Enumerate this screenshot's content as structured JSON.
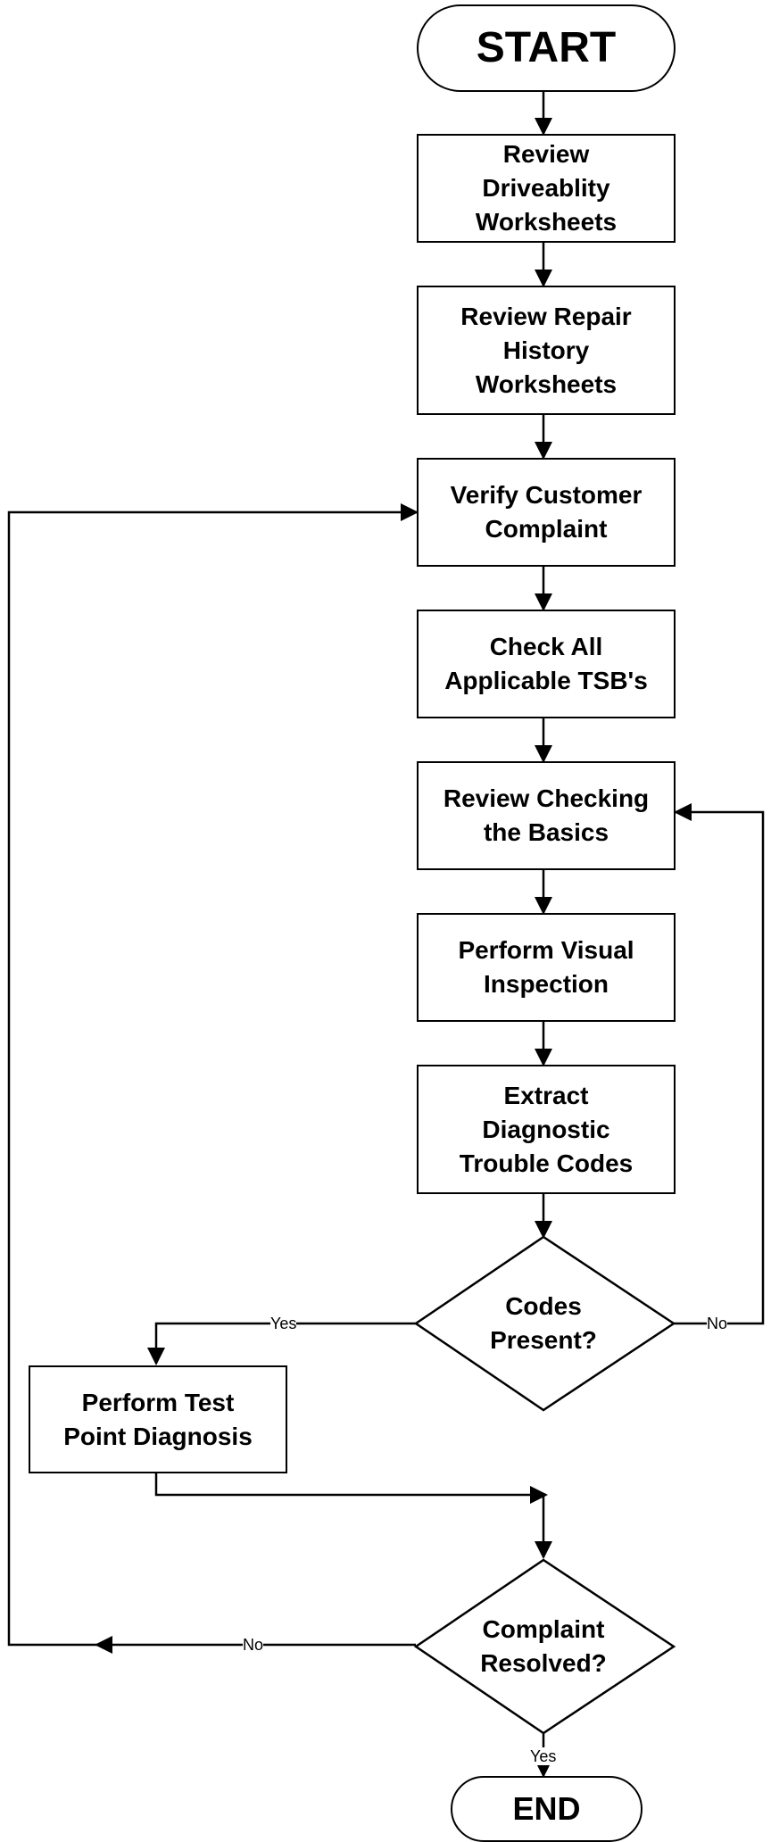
{
  "start_label": "START",
  "end_label": "END",
  "steps": {
    "review_driveability": "Review\nDriveablity\nWorksheets",
    "review_repair": "Review Repair\nHistory\nWorksheets",
    "verify_complaint": "Verify Customer\nComplaint",
    "check_tsb": "Check All\nApplicable TSB's",
    "review_basics": "Review Checking\nthe Basics",
    "visual_inspection": "Perform Visual\nInspection",
    "extract_codes": "Extract\nDiagnostic\nTrouble Codes",
    "test_point": "Perform Test\nPoint Diagnosis"
  },
  "decisions": {
    "codes_present": "Codes\nPresent?",
    "complaint_resolved": "Complaint\nResolved?"
  },
  "edge_labels": {
    "codes_yes": "Yes",
    "codes_no": "No",
    "resolved_no": "No",
    "resolved_yes": "Yes"
  }
}
